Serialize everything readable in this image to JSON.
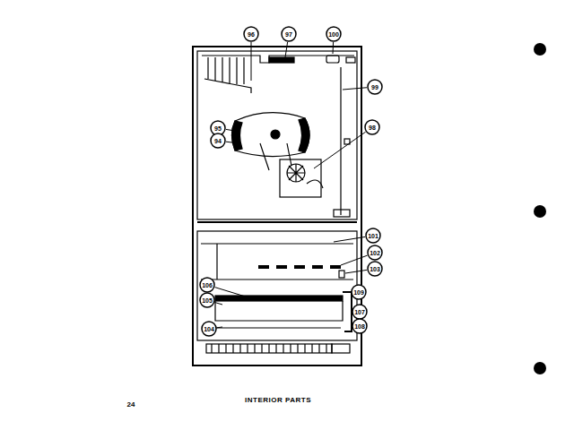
{
  "diagram": {
    "caption": "INTERIOR PARTS",
    "labels": [
      "96",
      "97",
      "100",
      "99",
      "95",
      "94",
      "98",
      "101",
      "102",
      "103",
      "106",
      "105",
      "109",
      "107",
      "108",
      "104",
      "24"
    ]
  }
}
